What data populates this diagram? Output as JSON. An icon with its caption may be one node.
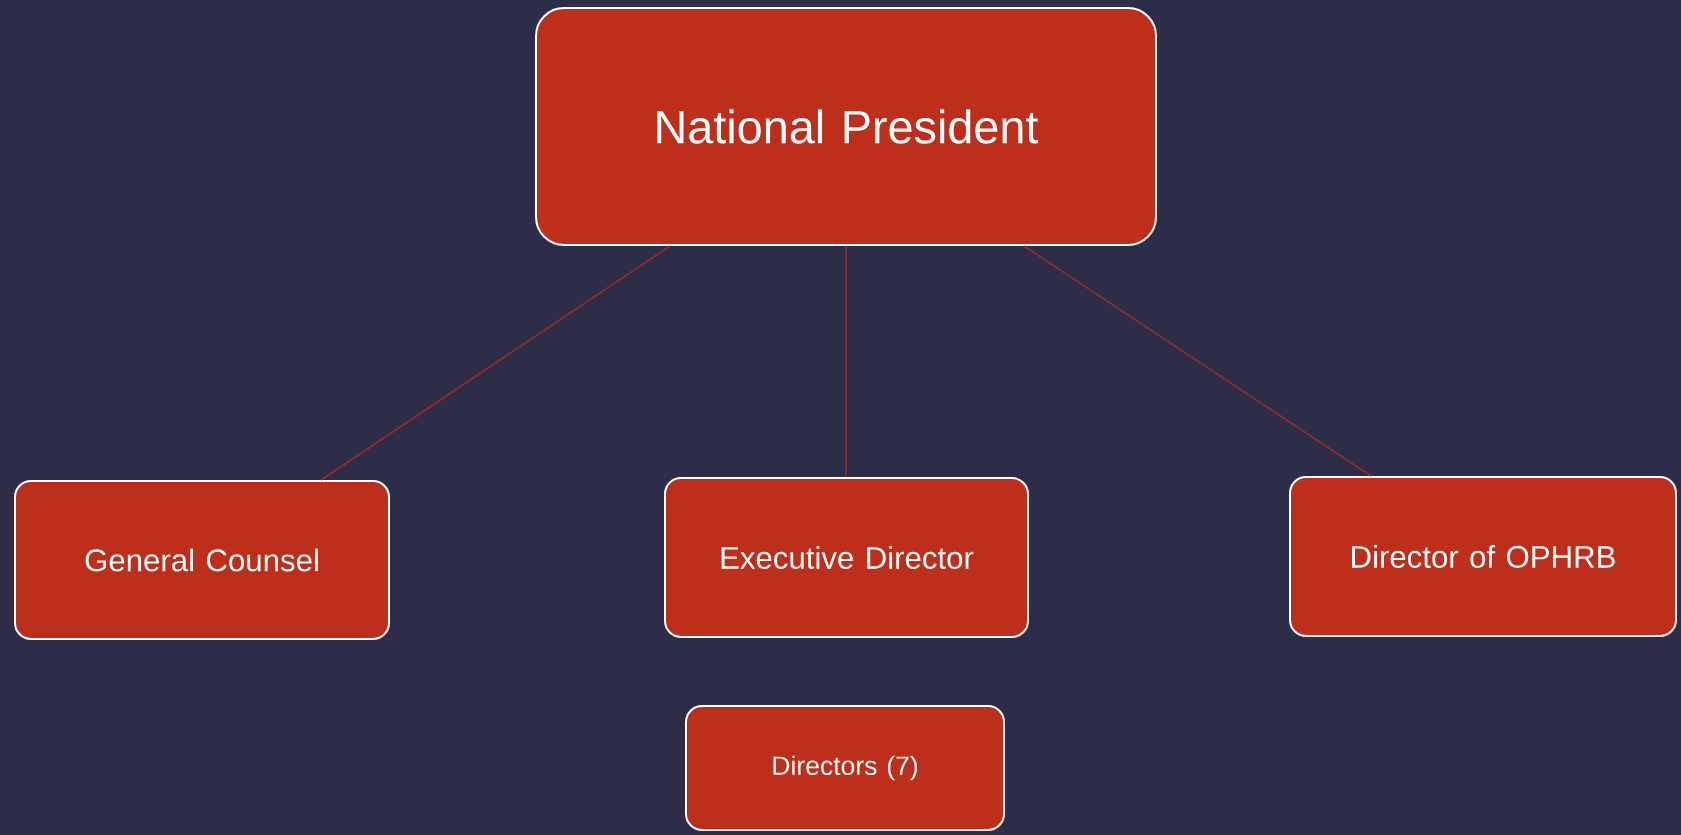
{
  "diagram": {
    "nodes": [
      {
        "text": [
          "National President"
        ]
      },
      {
        "text": [
          "General Counsel"
        ]
      },
      {
        "text": [
          "Executive Director"
        ]
      },
      {
        "text": [
          "Director of OPHRB"
        ]
      },
      {
        "text": [
          "Directors (7)"
        ]
      }
    ],
    "edges": [
      {
        "from": 0,
        "to": 1,
        "arrow": "none"
      },
      {
        "from": 0,
        "to": 2,
        "arrow": "none"
      },
      {
        "from": 0,
        "to": 3,
        "arrow": "none"
      }
    ]
  }
}
